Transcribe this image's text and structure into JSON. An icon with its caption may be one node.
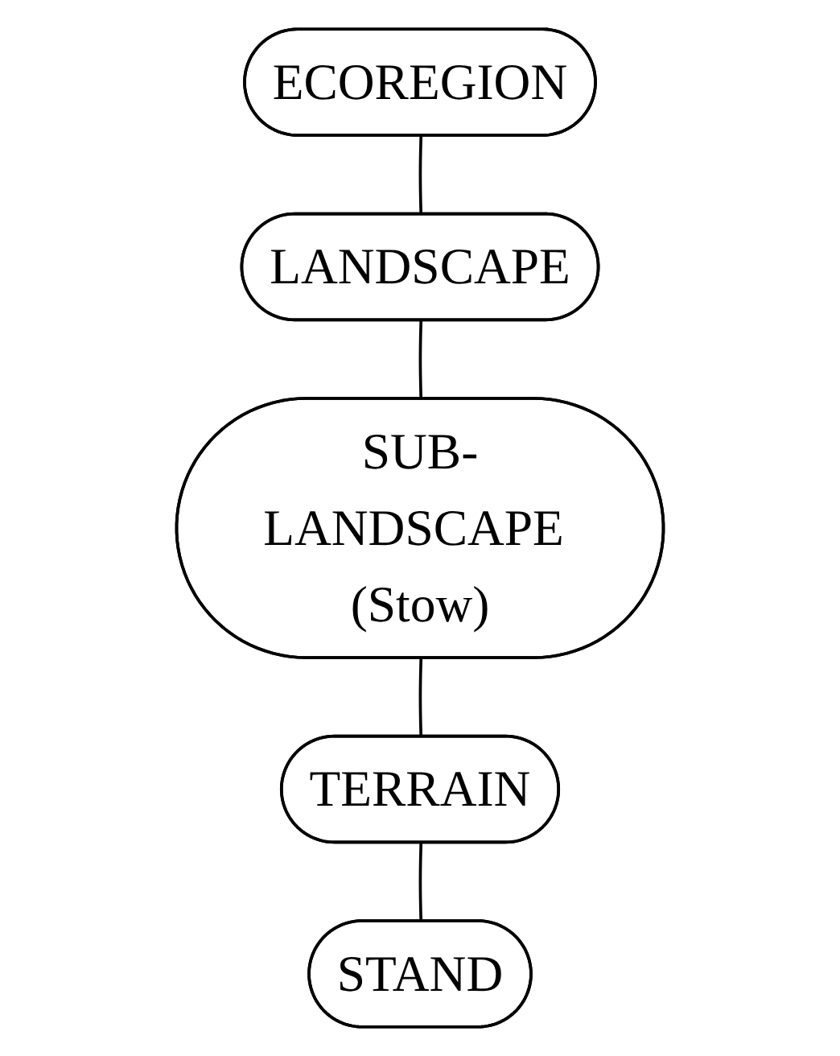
{
  "diagram": {
    "nodes": [
      {
        "text": [
          "ECOREGION"
        ]
      },
      {
        "text": [
          "LANDSCAPE"
        ]
      },
      {
        "text": [
          "SUB-LANDSCAPE (Stow)"
        ]
      },
      {
        "text": [
          "TERRAIN"
        ]
      },
      {
        "text": [
          "STAND"
        ]
      }
    ],
    "edges": [
      {
        "from": 0,
        "to": 1,
        "arrow": "none"
      },
      {
        "from": 1,
        "to": 2,
        "arrow": "none"
      },
      {
        "from": 2,
        "to": 3,
        "arrow": "none"
      },
      {
        "from": 3,
        "to": 4,
        "arrow": "none"
      }
    ]
  }
}
